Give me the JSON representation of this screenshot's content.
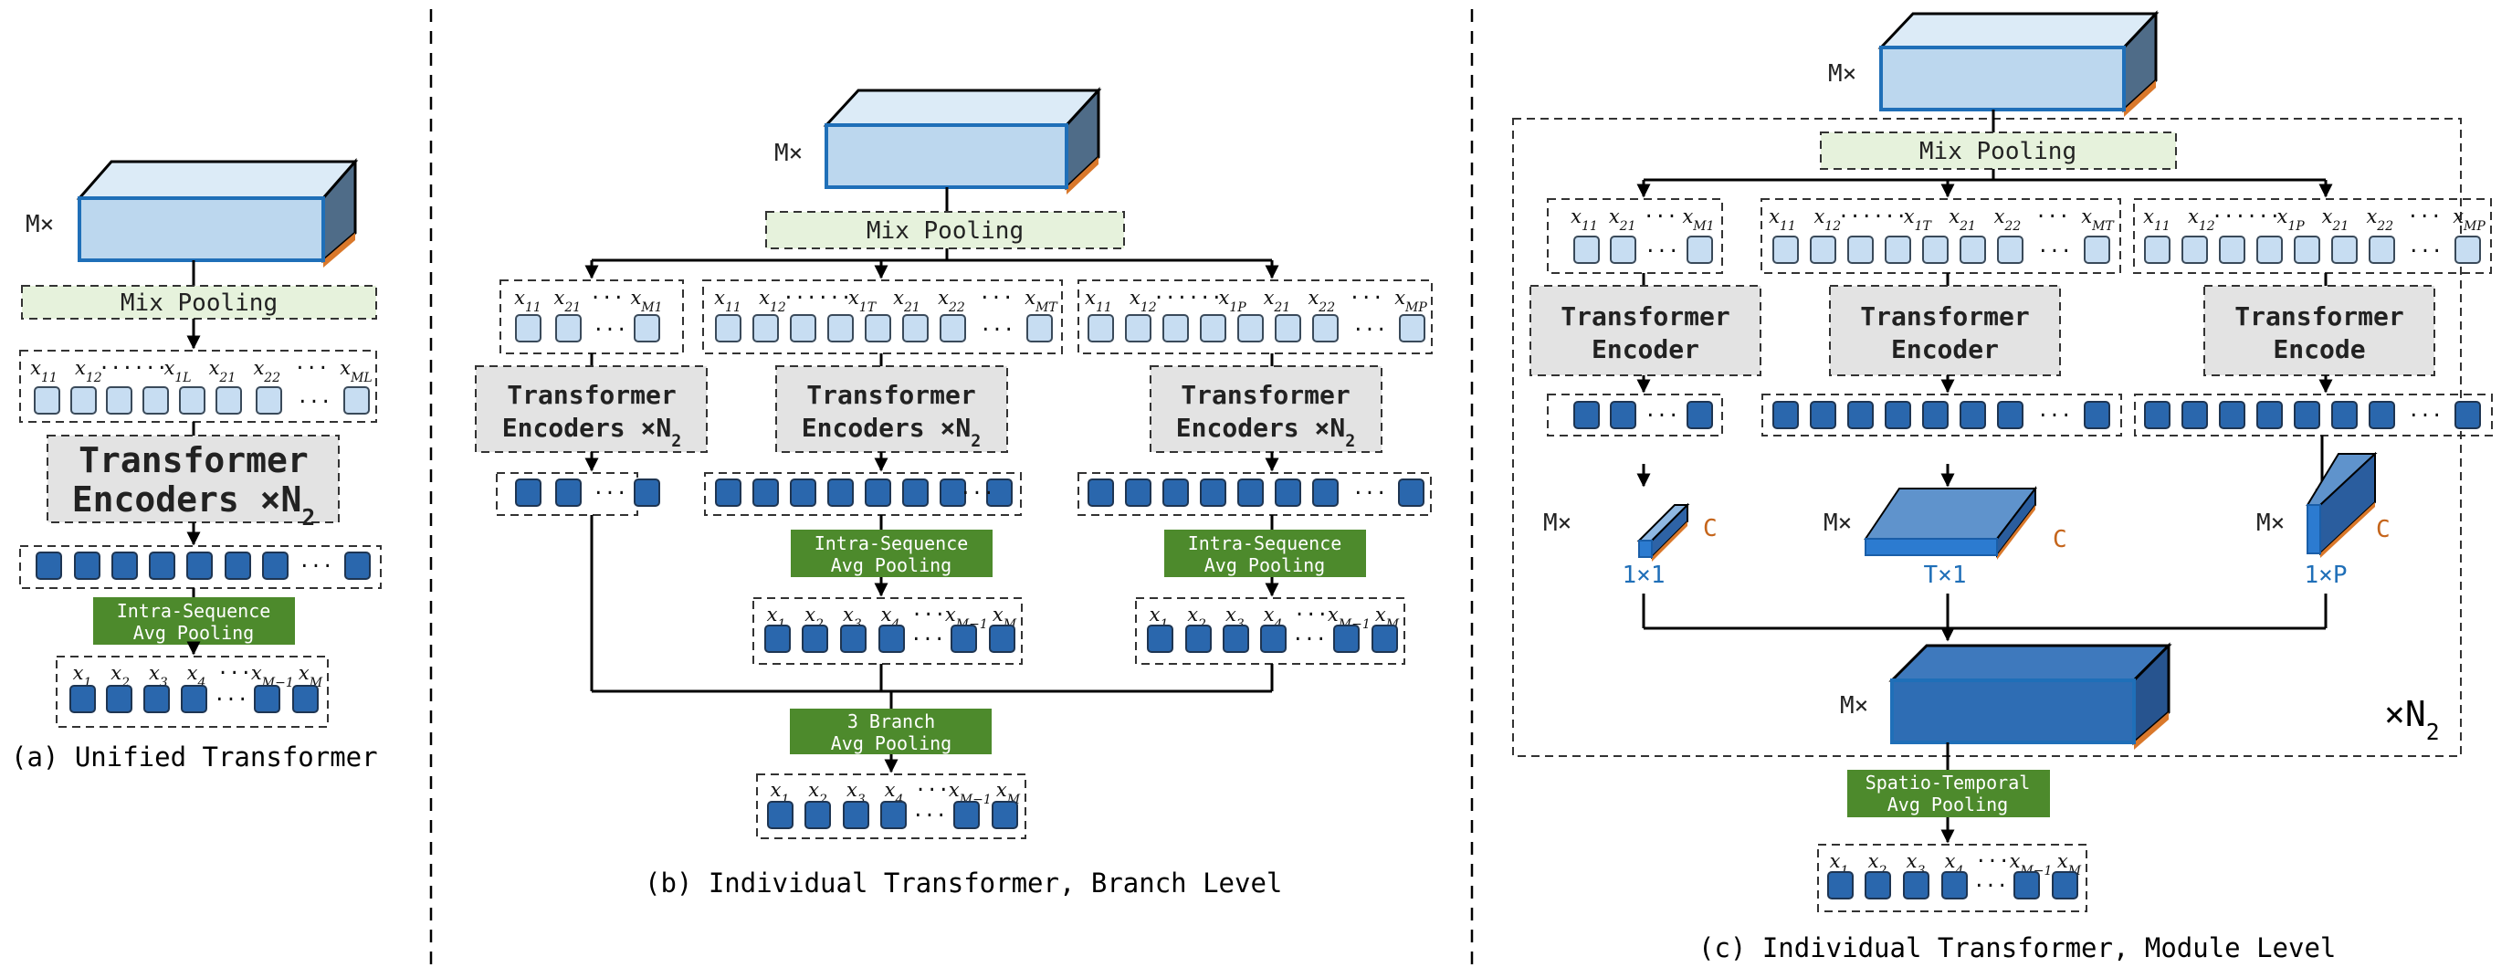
{
  "panels": {
    "a": {
      "caption": "(a) Unified Transformer",
      "cube_label": "M×",
      "mix_pooling": "Mix Pooling",
      "token_row": [
        "x11",
        "x12",
        "······",
        "x1L",
        "x21",
        "x22",
        "···",
        "xML"
      ],
      "encoder_line1": "Transformer",
      "encoder_line2": "Encoders ×N2",
      "pool_line1": "Intra-Sequence",
      "pool_line2": "Avg Pooling",
      "output_row": [
        "x1",
        "x2",
        "x3",
        "x4",
        "···",
        "xM−1",
        "xM"
      ]
    },
    "b": {
      "caption": "(b) Individual Transformer, Branch Level",
      "cube_label": "M×",
      "mix_pooling": "Mix Pooling",
      "branch1_tokens": [
        "x11",
        "x21",
        "···",
        "xM1"
      ],
      "branch2_tokens": [
        "x11",
        "x12",
        "······",
        "x1T",
        "x21",
        "x22",
        "···",
        "xMT"
      ],
      "branch3_tokens": [
        "x11",
        "x12",
        "······",
        "x1P",
        "x21",
        "x22",
        "···",
        "xMP"
      ],
      "encoder_line1": "Transformer",
      "encoder_line2": "Encoders ×N2",
      "pool_line1": "Intra-Sequence",
      "pool_line2": "Avg Pooling",
      "branch_output_row": [
        "x1",
        "x2",
        "x3",
        "x4",
        "···",
        "xM−1",
        "xM"
      ],
      "final_pool_line1": "3 Branch",
      "final_pool_line2": "Avg Pooling",
      "final_output_row": [
        "x1",
        "x2",
        "x3",
        "x4",
        "···",
        "xM−1",
        "xM"
      ]
    },
    "c": {
      "caption": "(c) Individual Transformer, Module Level",
      "cube_label": "M×",
      "mix_pooling": "Mix Pooling",
      "branch1_tokens": [
        "x11",
        "x21",
        "···",
        "xM1"
      ],
      "branch2_tokens": [
        "x11",
        "x12",
        "······",
        "x1T",
        "x21",
        "x22",
        "···",
        "xMT"
      ],
      "branch3_tokens": [
        "x11",
        "x12",
        "······",
        "x1P",
        "x21",
        "x22",
        "···",
        "xMP"
      ],
      "encoder1_line1": "Transformer",
      "encoder1_line2": "Encoder",
      "encoder2_line1": "Transformer",
      "encoder2_line2": "Encoder",
      "encoder3_line1": "Transformer",
      "encoder3_line2": "Encode",
      "branch1_dims": {
        "m": "M×",
        "c": "C",
        "size": "1×1"
      },
      "branch2_dims": {
        "m": "M×",
        "c": "C",
        "size": "T×1"
      },
      "branch3_dims": {
        "m": "M×",
        "c": "C",
        "size": "1×P"
      },
      "merged_cube_label": "M×",
      "repeat_label": "×N2",
      "pool_line1": "Spatio-Temporal",
      "pool_line2": "Avg Pooling",
      "output_row": [
        "x1",
        "x2",
        "x3",
        "x4",
        "···",
        "xM−1",
        "xM"
      ]
    }
  },
  "colors": {
    "light_token": "#c7ddf2",
    "dark_token": "#2a67ad",
    "cube_light": "#bcd7ee",
    "cube_dark": "#2e6db4",
    "cube_edge": "#1f6fb8",
    "pool_green": "#4d8a2c",
    "mix_green": "#e6f2dc",
    "encoder_gray": "#e3e3e3",
    "accent_orange": "#c5651b"
  }
}
